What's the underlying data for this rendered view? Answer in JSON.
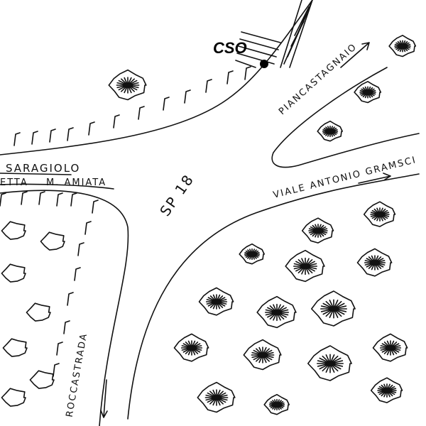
{
  "labels": {
    "saragiolo": "SARAGIOLO",
    "etta": "ETTA",
    "amiata": "M. AMIATA",
    "sp18": "SP 18",
    "gramsci": "VIALE ANTONIO GRAMSCI",
    "piancastagnaio": "PIANCASTAGNAIO",
    "roccastrada": "ROCCASTRADA",
    "cso": "CSO"
  },
  "colors": {
    "ink": "#111111",
    "background": "#ffffff"
  }
}
